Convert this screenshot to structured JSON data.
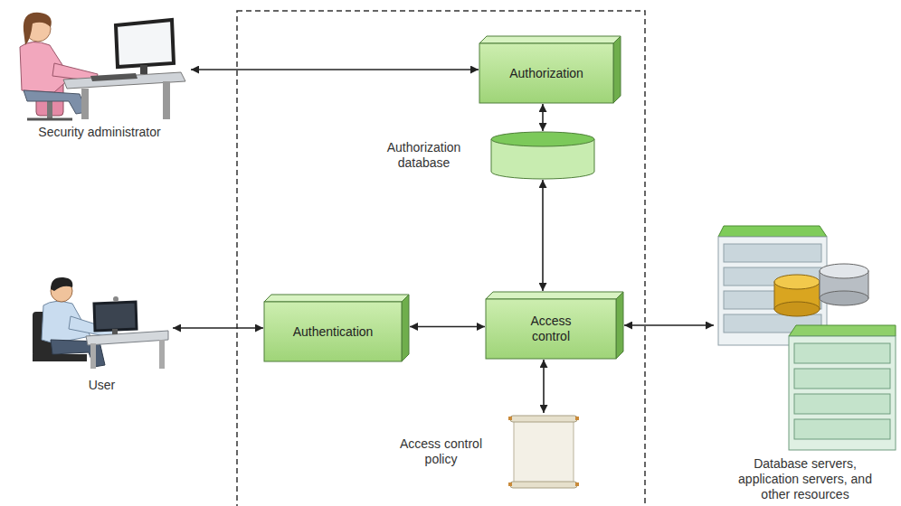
{
  "diagram": {
    "nodes": [
      {
        "text": [
          "Security administrator"
        ]
      },
      {
        "text": [
          "Authorization"
        ]
      },
      {
        "text": [
          "Authorization database"
        ]
      },
      {
        "text": [
          "User"
        ]
      },
      {
        "text": [
          "Authentication"
        ]
      },
      {
        "text": [
          "Access control"
        ]
      },
      {
        "text": [
          "Database servers, application servers, and other resources"
        ]
      },
      {
        "text": [
          "Access control policy"
        ]
      }
    ],
    "edges": [
      {
        "from": 0,
        "to": 1,
        "arrow": "both"
      },
      {
        "from": 1,
        "to": 2,
        "arrow": "both"
      },
      {
        "from": 2,
        "to": 5,
        "arrow": "both"
      },
      {
        "from": 3,
        "to": 4,
        "arrow": "both"
      },
      {
        "from": 4,
        "to": 5,
        "arrow": "both"
      },
      {
        "from": 5,
        "to": 6,
        "arrow": "both"
      },
      {
        "from": 5,
        "to": 7,
        "arrow": "both"
      }
    ]
  }
}
